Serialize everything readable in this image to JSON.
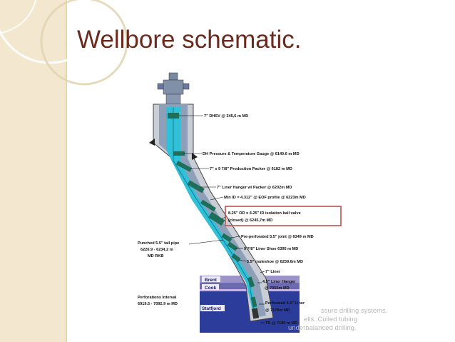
{
  "slide": {
    "title": "Wellbore schematic."
  },
  "diagram": {
    "callouts": {
      "dhsv": "7\" DHSV @ 345,6 m MD",
      "gauge": "DH Pressure & Temperature Gauge @ 6140.6 m MD",
      "packer": "7\" x 9 7/8\" Production  Packer @ 6182 m MD",
      "liner_hanger": "7\" Liner Hanger w/ Packer @ 6202m MD",
      "min_id": "Min ID = 4.312\" @ EOF profile @ 6223m MD",
      "ball_valve_line1": "8.25\" OD x 4.25\" ID isolation ball valve",
      "ball_valve_line2": "(closed) @ 6245,7m MD",
      "pre_perforated": "Pre-perforated 5.5\" joint @ 6349 m MD",
      "liner_shoe": "9 7/8\" Liner Shoe 6395 m MD",
      "muleshoe": "5.5\" muleshoe @ 6259.6m MD",
      "liner_7": "7\" Liner",
      "hanger_45_line1": "4.5\" Liner Hanger",
      "hanger_45_line2": "@ 7055m MD",
      "perforated_line1": "Perforated 4.5\" Liner",
      "perforated_line2": "@ 7176m MD",
      "td": "TD @ 7180 m MD",
      "tail_pipe_line1": "Punched 5.5\" tail pipe",
      "tail_pipe_line2": "6226.9 - 6234.2 m",
      "tail_pipe_line3": "MD RKB",
      "perf_interval_line1": "Perforations Interval",
      "perf_interval_line2": "6919.5 - 7092.9 m MD"
    },
    "formations": {
      "brent": "Brent",
      "cook": "Cook",
      "statfjord": "Statfjord"
    }
  },
  "background_text": {
    "line1": "ssure drilling systems.",
    "line2": "ells. Coiled tubing",
    "line3": "underbalanced drilling."
  }
}
